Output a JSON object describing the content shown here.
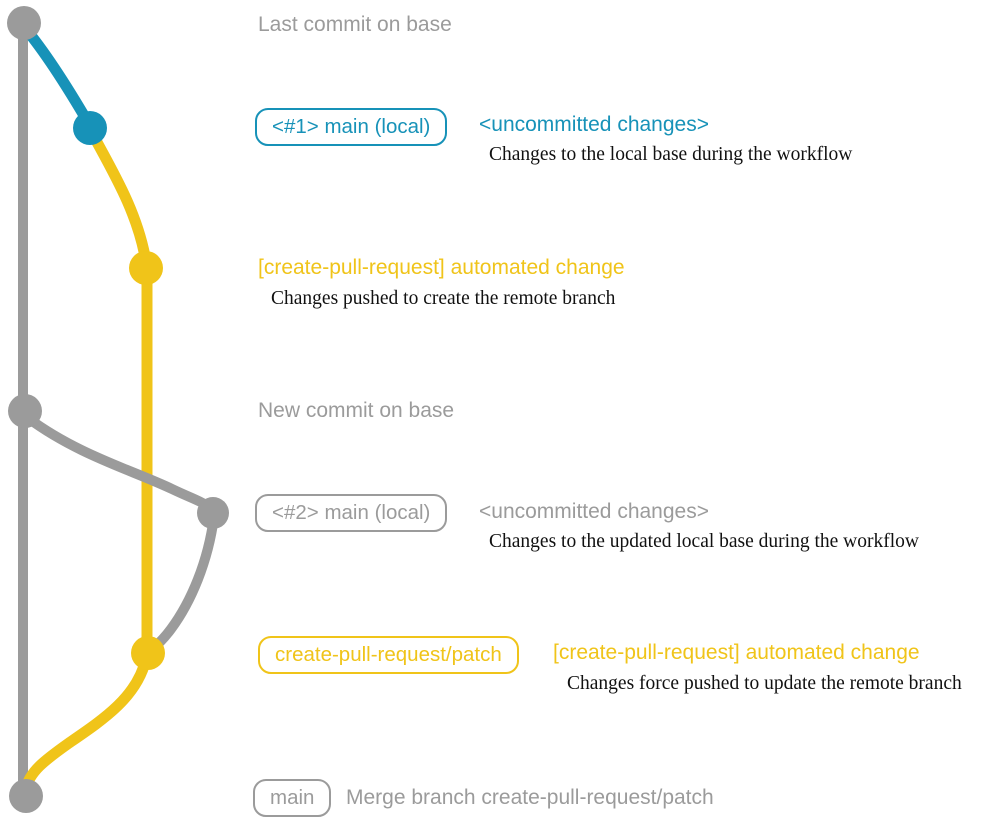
{
  "colors": {
    "base_gray": "#9B9B9B",
    "local_teal": "#1792B8",
    "remote_yellow": "#F0C419",
    "description_black": "#111111"
  },
  "graph": {
    "branches": [
      {
        "name": "base (main)",
        "color": "#9B9B9B"
      },
      {
        "name": "main (local)",
        "color": "#1792B8"
      },
      {
        "name": "create-pull-request/patch",
        "color": "#F0C419"
      }
    ]
  },
  "labels": {
    "last_commit": "Last commit on base",
    "badge_main_local_1": "<#1> main (local)",
    "uncommitted_1": "<uncommitted changes>",
    "desc_uncommitted_1": "Changes to the local base during the workflow",
    "automated_change_1": "[create-pull-request] automated change",
    "desc_automated_1": "Changes pushed to create the remote branch",
    "new_commit": "New commit on base",
    "badge_main_local_2": "<#2> main (local)",
    "uncommitted_2": "<uncommitted changes>",
    "desc_uncommitted_2": "Changes to the updated local base during the workflow",
    "badge_patch_branch": "create-pull-request/patch",
    "automated_change_2": "[create-pull-request] automated change",
    "desc_automated_2": "Changes force pushed to update the remote branch",
    "badge_main": "main",
    "merge_message": "Merge branch create-pull-request/patch"
  }
}
